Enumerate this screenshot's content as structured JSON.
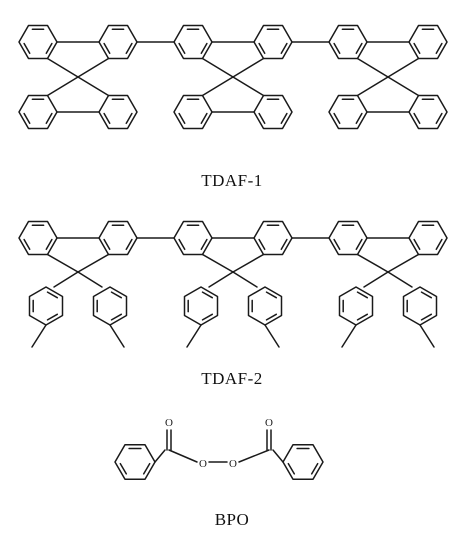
{
  "labels": {
    "tdaf1": "TDAF-1",
    "tdaf2": "TDAF-2",
    "bpo": "BPO"
  },
  "atoms": {
    "oxygen": "O"
  }
}
